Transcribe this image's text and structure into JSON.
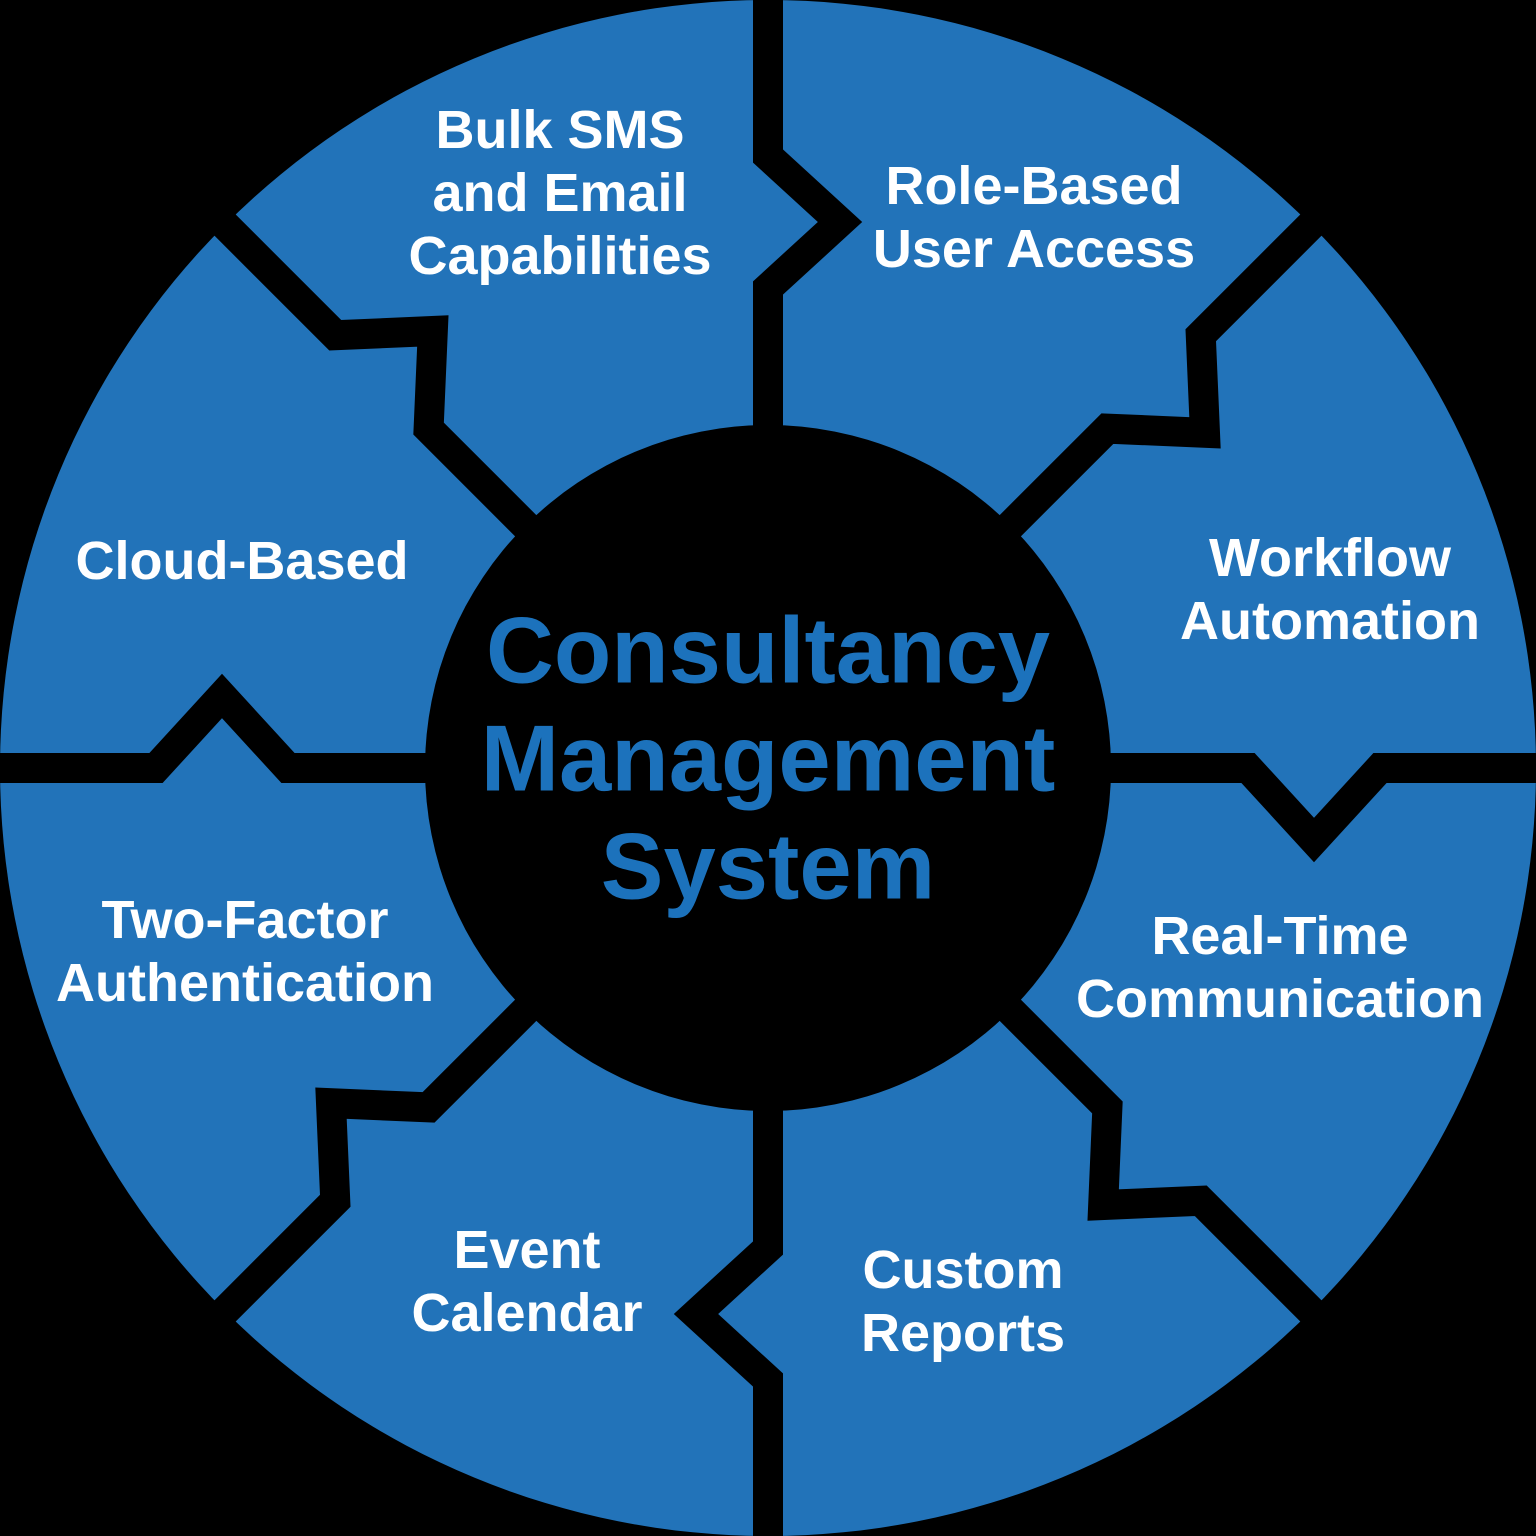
{
  "diagram": {
    "title": {
      "lines": [
        "Consultancy",
        "Management",
        "System"
      ]
    },
    "segments": [
      {
        "id": "bulk-sms-email",
        "lines": [
          "Bulk SMS",
          "and Email",
          "Capabilities"
        ]
      },
      {
        "id": "role-based-user-access",
        "lines": [
          "Role-Based",
          "User Access"
        ]
      },
      {
        "id": "workflow-automation",
        "lines": [
          "Workflow",
          "Automation"
        ]
      },
      {
        "id": "real-time-communication",
        "lines": [
          "Real-Time",
          "Communication"
        ]
      },
      {
        "id": "custom-reports",
        "lines": [
          "Custom",
          "Reports"
        ]
      },
      {
        "id": "event-calendar",
        "lines": [
          "Event",
          "Calendar"
        ]
      },
      {
        "id": "two-factor-authentication",
        "lines": [
          "Two-Factor",
          "Authentication"
        ]
      },
      {
        "id": "cloud-based",
        "lines": [
          "Cloud-Based"
        ]
      }
    ],
    "flow_direction": "clockwise",
    "colors": {
      "segment_blue": "#2273B9",
      "title_blue": "#1C72BC",
      "label_white": "#FFFFFF",
      "background": "#000000",
      "divider_black": "#000000"
    }
  }
}
